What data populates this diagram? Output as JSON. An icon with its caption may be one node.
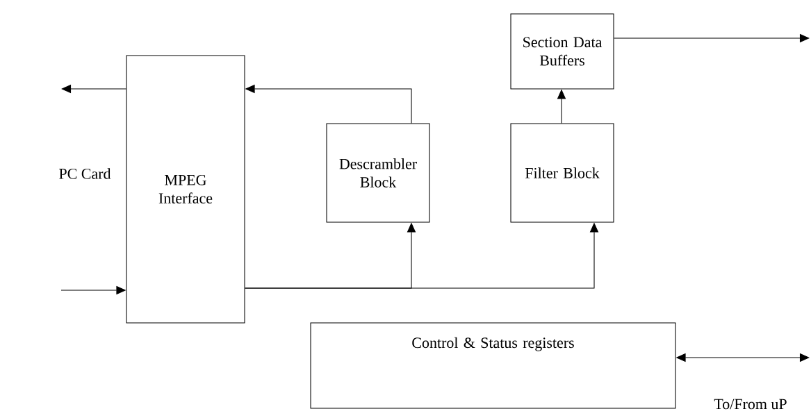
{
  "diagram": {
    "nodes": [
      {
        "text": [
          "MPEG Interface"
        ]
      },
      {
        "text": [
          "Descrambler Block"
        ]
      },
      {
        "text": [
          "Filter Block"
        ]
      },
      {
        "text": [
          "Section Data Buffers"
        ]
      },
      {
        "text": [
          "Control & Status registers"
        ]
      }
    ],
    "edges": [
      {
        "from": 0,
        "to": null,
        "arrow": "to"
      },
      {
        "from": null,
        "to": 0,
        "arrow": "to"
      },
      {
        "from": 1,
        "to": 0,
        "arrow": "to"
      },
      {
        "from": 0,
        "to": 1,
        "arrow": "to"
      },
      {
        "from": 0,
        "to": 2,
        "arrow": "to"
      },
      {
        "from": 2,
        "to": 3,
        "arrow": "to"
      },
      {
        "from": 3,
        "to": null,
        "arrow": "to"
      },
      {
        "from": 4,
        "to": null,
        "arrow": "both"
      }
    ],
    "labels": [
      "PC Card",
      "To/From uP"
    ]
  }
}
